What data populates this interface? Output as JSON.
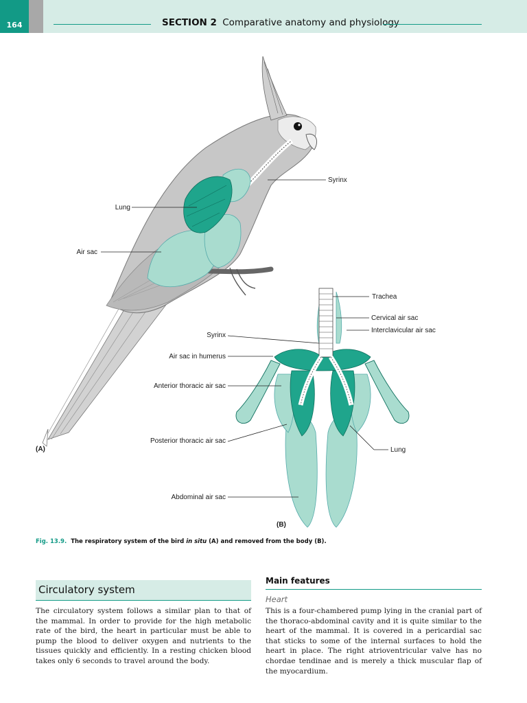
{
  "header": {
    "page_number": "164",
    "section_label": "SECTION 2",
    "section_title": "Comparative anatomy and physiology"
  },
  "figure": {
    "panel_a_label": "(A)",
    "panel_b_label": "(B)",
    "labels_a": {
      "syrinx": "Syrinx",
      "lung": "Lung",
      "air_sac": "Air sac"
    },
    "labels_b": {
      "trachea": "Trachea",
      "cervical_air_sac": "Cervical air sac",
      "interclavicular_air_sac": "Interclavicular air sac",
      "syrinx": "Syrinx",
      "air_sac_in_humerus": "Air sac in humerus",
      "anterior_thoracic_air_sac": "Anterior thoracic air sac",
      "posterior_thoracic_air_sac": "Posterior thoracic air sac",
      "lung": "Lung",
      "abdominal_air_sac": "Abdominal air sac"
    },
    "caption": {
      "number": "Fig. 13.9.",
      "text_before": "The respiratory system of the bird ",
      "text_italic": "in situ",
      "text_after": " (A) and removed from the body (B)."
    }
  },
  "circulatory": {
    "heading": "Circulatory system",
    "body": "The circulatory system follows a similar plan to that of the mammal. In order to provide for the high metabolic rate of the bird, the heart in particular must be able to pump the blood to deliver oxygen and nutrients to the tissues quickly and efficiently. In a resting chicken blood takes only 6 seconds to travel around the body."
  },
  "main_features": {
    "heading": "Main features",
    "subheading": "Heart",
    "body": "This is a four-chambered pump lying in the cranial part of the thoraco-abdominal cavity and it is quite similar to the heart of the mammal. It is covered in a pericardial sac that sticks to some of the internal surfaces to hold the heart in place. The right atrioventricular valve has no chordae tendinae and is merely a thick muscular flap of the myocardium."
  },
  "colors": {
    "accent": "#129a86",
    "header_band": "#d6ece6",
    "air_sac_fill": "#a9dccf",
    "lung_fill": "#1fa58c",
    "bird_body": "#c7c7c7"
  }
}
